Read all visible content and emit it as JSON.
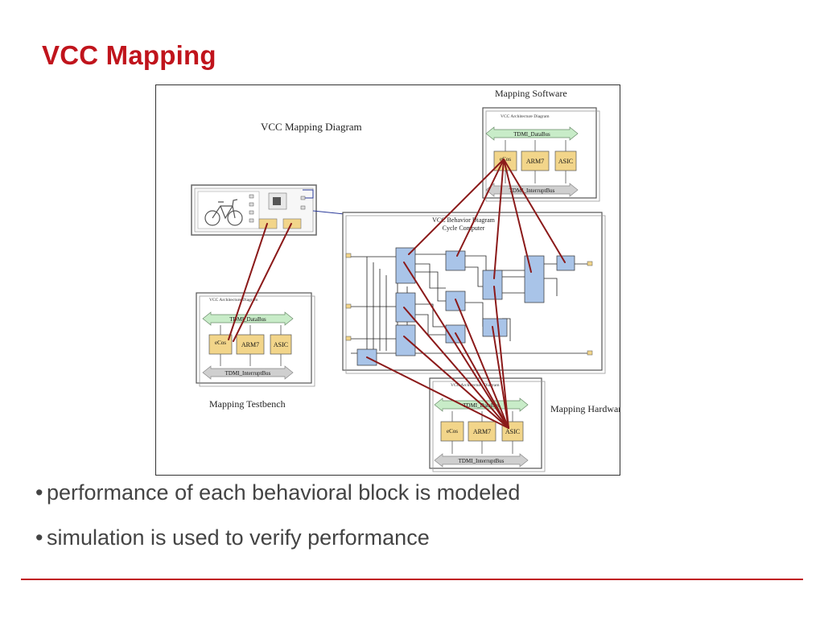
{
  "slide": {
    "title": "VCC Mapping",
    "bullets": [
      "performance of each behavioral block is modeled",
      "simulation is used to verify performance"
    ]
  },
  "diagram": {
    "main_label": "VCC Mapping Diagram",
    "mapping_software_label": "Mapping Software",
    "mapping_testbench_label": "Mapping Testbench",
    "mapping_hardware_label": "Mapping Hardware",
    "behavior_title_line1": "VCC Behavior Diagram",
    "behavior_title_line2": "Cycle Computer",
    "arch_title": "VCC Architecture Diagram",
    "data_bus": "TDMI_DataBus",
    "interrupt_bus": "TDMI_InterruptBus",
    "ecos": "eCos",
    "arm7": "ARM7",
    "asic": "ASIC"
  },
  "colors": {
    "title_red": "#c0141c",
    "bus_green": "#c8ecc8",
    "bus_gray": "#cfcfcf",
    "block_tan": "#f2d58a",
    "behavior_block": "#a9c4e8",
    "mapping_line": "#8b1a1a"
  }
}
